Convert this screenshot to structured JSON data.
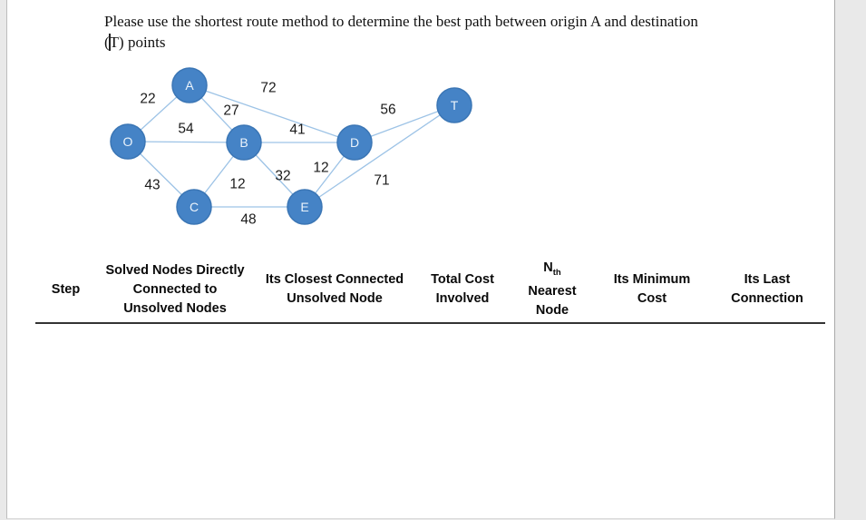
{
  "question": {
    "line1": "Please use the shortest route method to determine the best path between origin A and destination",
    "line2": "(T) points"
  },
  "graph": {
    "node_fill": "#4583c6",
    "node_border": "#3b76b5",
    "node_text_color": "#eaf3fb",
    "edge_color": "#9dc3e6",
    "nodes": [
      "A",
      "O",
      "B",
      "C",
      "D",
      "E",
      "T"
    ],
    "edges": [
      {
        "from": "O",
        "to": "A",
        "cost": "22"
      },
      {
        "from": "O",
        "to": "B",
        "cost": "54"
      },
      {
        "from": "O",
        "to": "C",
        "cost": "43"
      },
      {
        "from": "A",
        "to": "B",
        "cost": "27"
      },
      {
        "from": "A",
        "to": "D",
        "cost": "72"
      },
      {
        "from": "B",
        "to": "D",
        "cost": "41"
      },
      {
        "from": "B",
        "to": "C",
        "cost": "12"
      },
      {
        "from": "B",
        "to": "E",
        "cost": "32"
      },
      {
        "from": "C",
        "to": "E",
        "cost": "48"
      },
      {
        "from": "D",
        "to": "E",
        "cost": "12"
      },
      {
        "from": "D",
        "to": "T",
        "cost": "56"
      },
      {
        "from": "E",
        "to": "T",
        "cost": "71"
      }
    ]
  },
  "table": {
    "columns": [
      {
        "lines": [
          "Step"
        ]
      },
      {
        "lines": [
          "Solved Nodes Directly",
          "Connected to",
          "Unsolved Nodes"
        ]
      },
      {
        "lines": [
          "Its Closest Connected",
          "Unsolved Node"
        ]
      },
      {
        "lines": [
          "Total Cost",
          "Involved"
        ]
      },
      {
        "nth": {
          "base": "N",
          "sub": "th"
        },
        "lines": [
          "Nearest",
          "Node"
        ]
      },
      {
        "lines": [
          "Its Minimum",
          "Cost"
        ]
      },
      {
        "lines": [
          "Its Last",
          "Connection"
        ]
      }
    ]
  }
}
